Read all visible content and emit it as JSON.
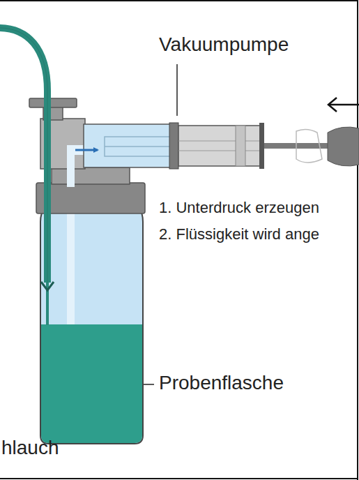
{
  "diagram": {
    "labels": [
      "Vakuumpumpe",
      "1. Unterdruck erzeugen",
      "2. Flüssigkeit wird ange",
      "Probenflasche",
      "hlauch"
    ]
  }
}
